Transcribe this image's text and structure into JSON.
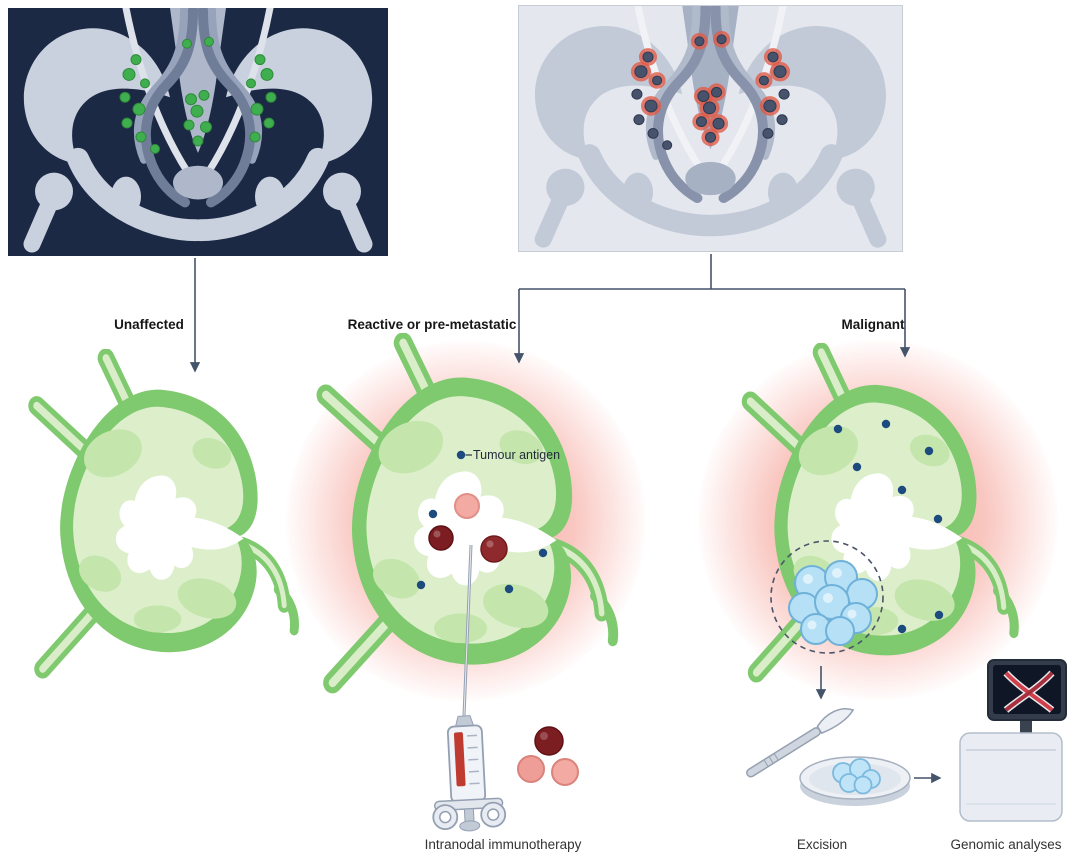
{
  "labels": {
    "unaffected": "Unaffected",
    "reactive": "Reactive or pre-metastatic",
    "malignant": "Malignant",
    "tumour_antigen": "Tumour antigen",
    "intranodal_immunotherapy": "Intranodal immunotherapy",
    "excision": "Excision",
    "genomic_analyses": "Genomic analyses"
  },
  "colors": {
    "panel_dark_bg": "#1c2945",
    "panel_light_bg": "#e4e7ee",
    "lymph_node_green": "#3fae4e",
    "lymph_node_dark": "#47536c",
    "inflamed_halo_red": "#e15a45",
    "node_rim_green": "#7fc96e",
    "node_fill_green": "#dcefca",
    "tumour_antigen_blue": "#1e4b7f",
    "immune_cell_pink": "#f2aaa2",
    "immune_cell_dark_red": "#7c1d22",
    "tumour_cell_blue": "#b5e0f6",
    "arrow": "#44546a"
  },
  "icons": {
    "pelvis_unaffected": "pelvis-lymphatics-illustration",
    "pelvis_affected": "pelvis-inflamed-lymphatics-illustration",
    "lymph_node": "lymph-node-cross-section",
    "syringe": "syringe-icon",
    "scalpel": "scalpel-icon",
    "petri_dish": "petri-dish-icon",
    "sequencer": "sequencer-machine-icon",
    "dna_screen": "dna-monitor-icon"
  }
}
